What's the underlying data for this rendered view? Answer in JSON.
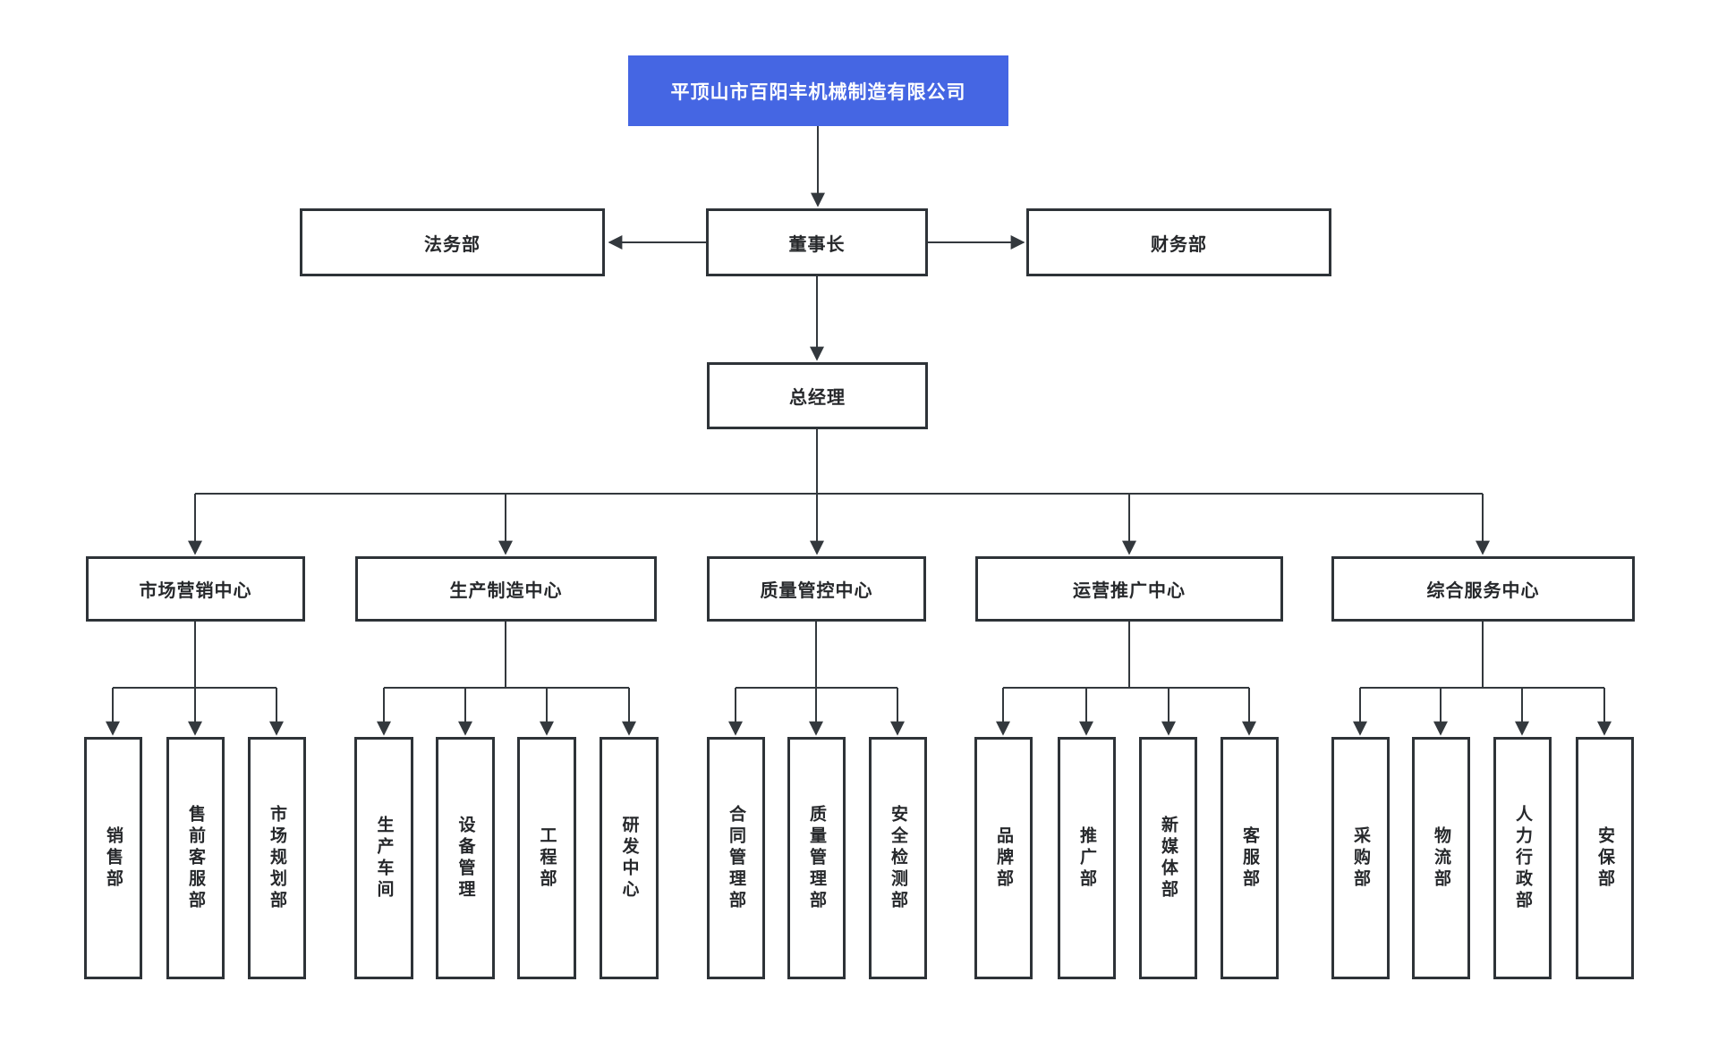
{
  "org": {
    "root": {
      "label": "平顶山市百阳丰机械制造有限公司"
    },
    "legal": {
      "label": "法务部"
    },
    "chairman": {
      "label": "董事长"
    },
    "finance": {
      "label": "财务部"
    },
    "gm": {
      "label": "总经理"
    },
    "centers": [
      {
        "label": "市场营销中心",
        "children": [
          {
            "label": "销售部"
          },
          {
            "label": "售前客服部"
          },
          {
            "label": "市场规划部"
          }
        ]
      },
      {
        "label": "生产制造中心",
        "children": [
          {
            "label": "生产车间"
          },
          {
            "label": "设备管理"
          },
          {
            "label": "工程部"
          },
          {
            "label": "研发中心"
          }
        ]
      },
      {
        "label": "质量管控中心",
        "children": [
          {
            "label": "合同管理部"
          },
          {
            "label": "质量管理部"
          },
          {
            "label": "安全检测部"
          }
        ]
      },
      {
        "label": "运营推广中心",
        "children": [
          {
            "label": "品牌部"
          },
          {
            "label": "推广部"
          },
          {
            "label": "新媒体部"
          },
          {
            "label": "客服部"
          }
        ]
      },
      {
        "label": "综合服务中心",
        "children": [
          {
            "label": "采购部"
          },
          {
            "label": "物流部"
          },
          {
            "label": "人力行政部"
          },
          {
            "label": "安保部"
          }
        ]
      }
    ]
  },
  "colors": {
    "accent": "#4566e3",
    "accent_text": "#ffffff",
    "line": "#33383d",
    "box_border": "#2e3338",
    "text": "#26282b",
    "background": "#ffffff"
  }
}
